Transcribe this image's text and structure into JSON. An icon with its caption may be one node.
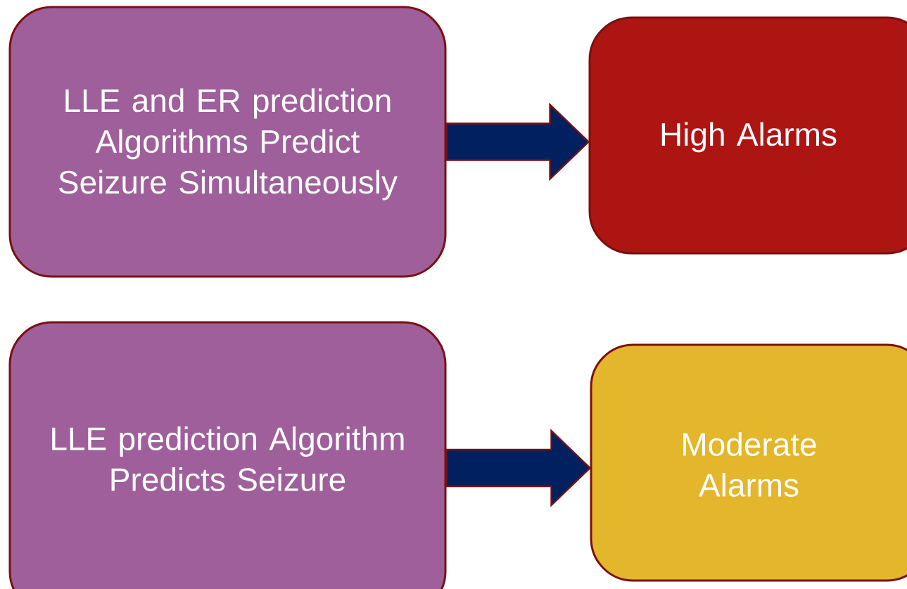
{
  "diagram": {
    "nodes": [
      {
        "text": [
          "LLE and ER prediction Algorithms Predict Seizure Simultaneously"
        ]
      },
      {
        "text": [
          "High Alarms"
        ]
      },
      {
        "text": [
          "LLE prediction Algorithm Predicts Seizure"
        ]
      },
      {
        "text": [
          "Moderate Alarms"
        ]
      }
    ],
    "edges": [
      {
        "from": 0,
        "to": 1,
        "arrow": "to"
      },
      {
        "from": 2,
        "to": 3,
        "arrow": "to"
      }
    ]
  }
}
